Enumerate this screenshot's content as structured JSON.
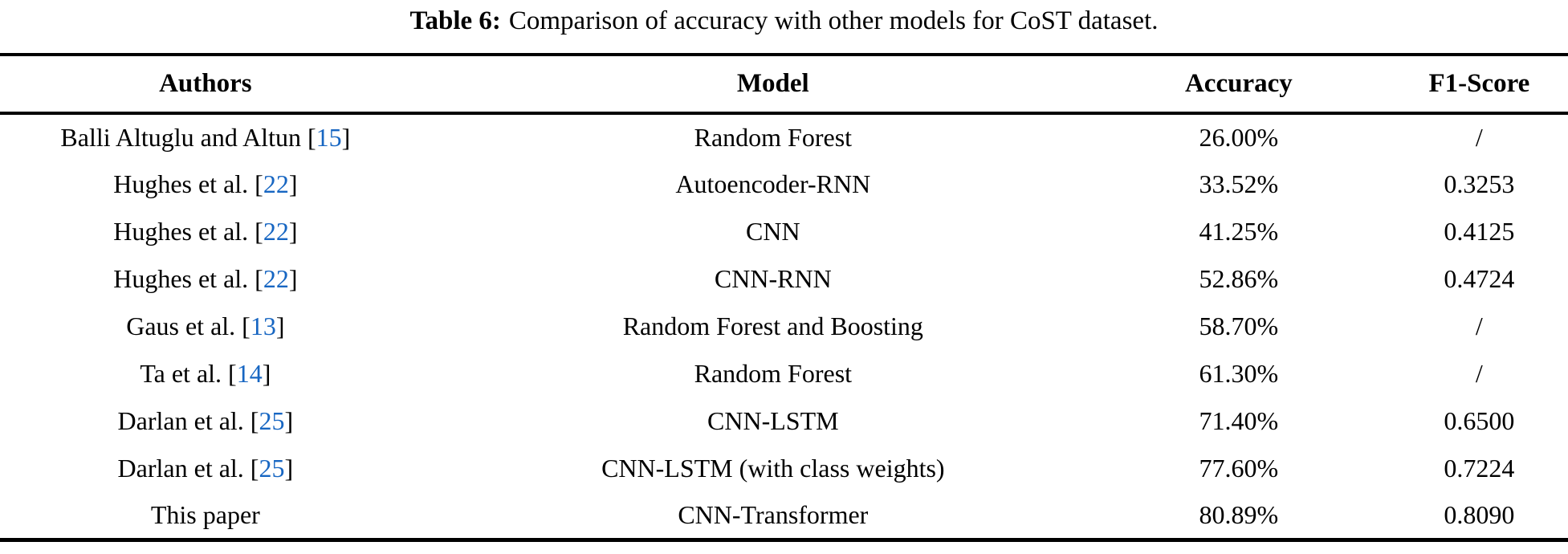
{
  "title": {
    "label": "Table 6:",
    "caption": "Comparison of accuracy with other models for CoST dataset."
  },
  "columns": [
    "Authors",
    "Model",
    "Accuracy",
    "F1-Score"
  ],
  "colors": {
    "citation_link": "#1766C2",
    "text": "#000000",
    "rule": "#000000"
  },
  "rows": [
    {
      "author": "Balli Altuglu and Altun",
      "cite": "15",
      "model": "Random Forest",
      "accuracy": "26.00%",
      "f1": "/"
    },
    {
      "author": "Hughes et al.",
      "cite": "22",
      "model": "Autoencoder-RNN",
      "accuracy": "33.52%",
      "f1": "0.3253"
    },
    {
      "author": "Hughes et al.",
      "cite": "22",
      "model": "CNN",
      "accuracy": "41.25%",
      "f1": "0.4125"
    },
    {
      "author": "Hughes et al.",
      "cite": "22",
      "model": "CNN-RNN",
      "accuracy": "52.86%",
      "f1": "0.4724"
    },
    {
      "author": "Gaus et al.",
      "cite": "13",
      "model": "Random Forest and Boosting",
      "accuracy": "58.70%",
      "f1": "/"
    },
    {
      "author": "Ta et al.",
      "cite": "14",
      "model": "Random Forest",
      "accuracy": "61.30%",
      "f1": "/"
    },
    {
      "author": "Darlan et al.",
      "cite": "25",
      "model": "CNN-LSTM",
      "accuracy": "71.40%",
      "f1": "0.6500"
    },
    {
      "author": "Darlan et al.",
      "cite": "25",
      "model": "CNN-LSTM (with class weights)",
      "accuracy": "77.60%",
      "f1": "0.7224"
    },
    {
      "author": "This paper",
      "cite": null,
      "model": "CNN-Transformer",
      "accuracy": "80.89%",
      "f1": "0.8090"
    }
  ]
}
